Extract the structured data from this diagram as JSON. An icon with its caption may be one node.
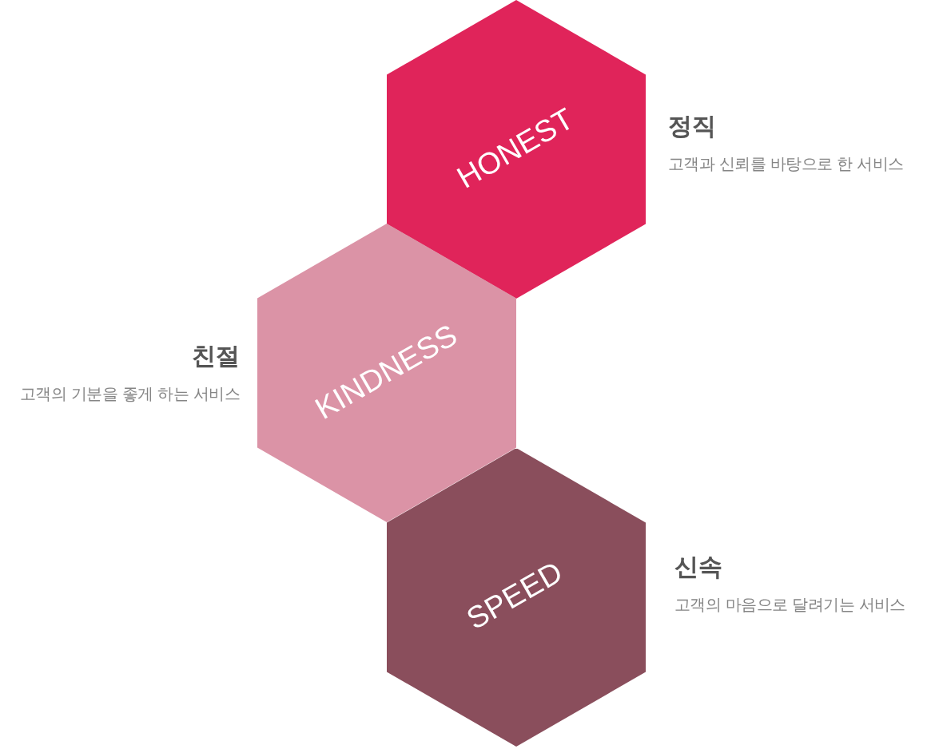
{
  "diagram": {
    "nodes": [
      {
        "text": [
          "HONEST"
        ],
        "beside": [
          "정직",
          "고객과 신뢰를 바탕으로 한 서비스"
        ]
      },
      {
        "text": [
          "KINDNESS"
        ],
        "beside": [
          "친절",
          "고객의 기분을 좋게 하는 서비스"
        ]
      },
      {
        "text": [
          "SPEED"
        ],
        "beside": [
          "신속",
          "고객의 마음으로 달려기는 서비스"
        ]
      }
    ]
  }
}
